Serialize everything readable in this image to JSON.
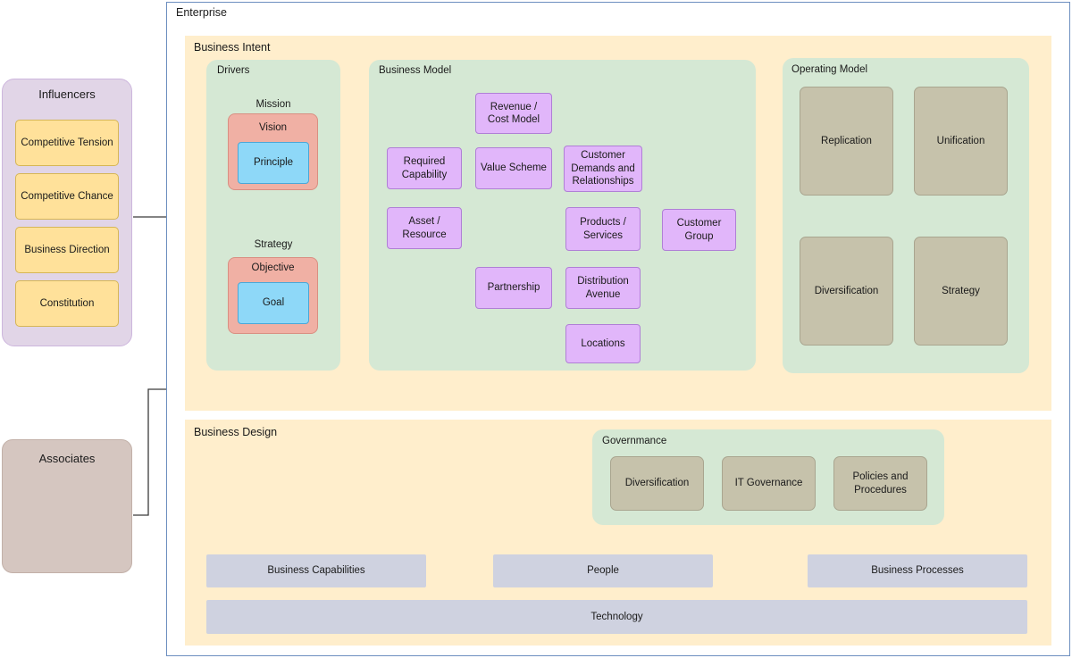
{
  "enterprise": {
    "label": "Enterprise"
  },
  "influencers": {
    "title": "Influencers",
    "items": [
      {
        "label": "Competitive Tension"
      },
      {
        "label": "Competitive Chance"
      },
      {
        "label": "Business Direction"
      },
      {
        "label": "Constitution"
      }
    ]
  },
  "associates": {
    "label": "Associates"
  },
  "business_intent": {
    "label": "Business Intent",
    "drivers": {
      "label": "Drivers",
      "mission": {
        "label": "Mission",
        "vision": "Vision",
        "principle": "Principle"
      },
      "strategy": {
        "label": "Strategy",
        "objective": "Objective",
        "goal": "Goal"
      }
    },
    "business_model": {
      "label": "Business Model",
      "nodes": [
        {
          "id": "revenue_cost_model",
          "label": "Revenue / Cost Model"
        },
        {
          "id": "required_capability",
          "label": "Required Capability"
        },
        {
          "id": "value_scheme",
          "label": "Value Scheme"
        },
        {
          "id": "customer_demands",
          "label": "Customer Demands and Relationships"
        },
        {
          "id": "asset_resource",
          "label": "Asset / Resource"
        },
        {
          "id": "products_services",
          "label": "Products / Services"
        },
        {
          "id": "customer_group",
          "label": "Customer Group"
        },
        {
          "id": "partnership",
          "label": "Partnership"
        },
        {
          "id": "distribution_avenue",
          "label": "Distribution Avenue"
        },
        {
          "id": "locations",
          "label": "Locations"
        }
      ]
    },
    "operating_model": {
      "label": "Operating Model",
      "cells": [
        {
          "label": "Replication"
        },
        {
          "label": "Unification"
        },
        {
          "label": "Diversification"
        },
        {
          "label": "Strategy"
        }
      ]
    }
  },
  "business_design": {
    "label": "Business Design",
    "governance": {
      "label": "Governmance",
      "cells": [
        {
          "label": "Diversification"
        },
        {
          "label": "IT Governance"
        },
        {
          "label": "Policies and Procedures"
        }
      ]
    },
    "foundation": [
      {
        "label": "Business Capabilities"
      },
      {
        "label": "People"
      },
      {
        "label": "Business Processes"
      }
    ],
    "technology": {
      "label": "Technology"
    }
  },
  "colors": {
    "frame_border": "#6c8ebf",
    "intent_bg": "#ffeecc",
    "panel_bg": "#d5e8d4",
    "influencer_bg": "#e1d5e7",
    "influencer_item": "#ffe19a",
    "node_purple": "#e1b6fa",
    "node_red": "#f0b0a4",
    "node_blue": "#8ed8f8",
    "node_tan": "#c6c2ab",
    "node_gray": "#cfd2e0",
    "associates_bg": "#d5c6c0",
    "edge": "#3b3b3b"
  }
}
